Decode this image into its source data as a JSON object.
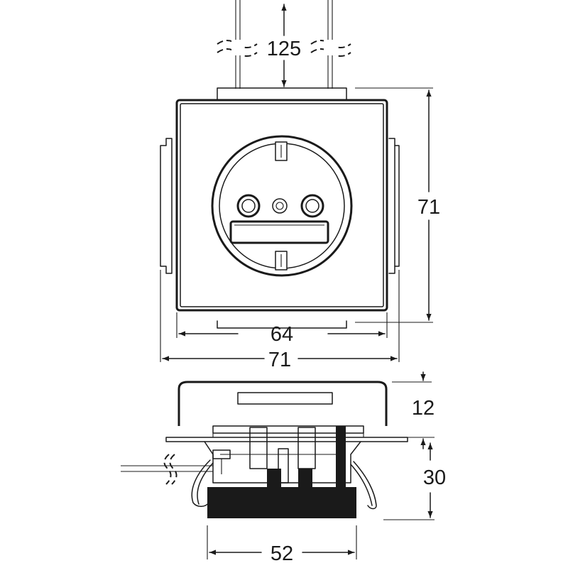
{
  "dimensions": {
    "wire_spacing": "125",
    "frame_height": "71",
    "inner_width": "64",
    "frame_width": "71",
    "cover_depth": "12",
    "mount_depth": "30",
    "base_width": "52"
  }
}
